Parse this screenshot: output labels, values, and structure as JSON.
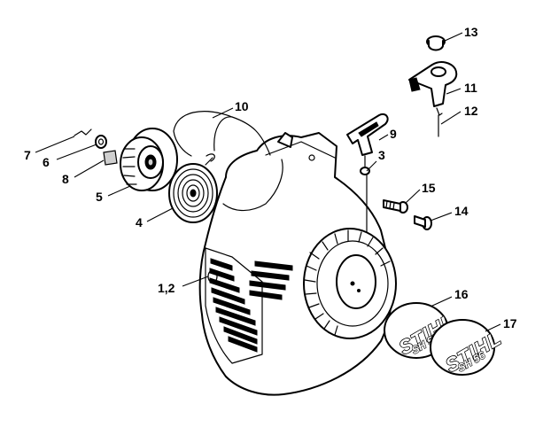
{
  "callouts": {
    "c1_2": "1,2",
    "c3": "3",
    "c4": "4",
    "c5": "5",
    "c6": "6",
    "c7": "7",
    "c8": "8",
    "c9": "9",
    "c10": "10",
    "c11": "11",
    "c12": "12",
    "c13": "13",
    "c14": "14",
    "c15": "15",
    "c16": "16",
    "c17": "17"
  },
  "badges": {
    "badge16_brand": "STIHL",
    "badge16_model": "SH 55",
    "badge17_brand": "STIHL",
    "badge17_model": "SH 56"
  }
}
